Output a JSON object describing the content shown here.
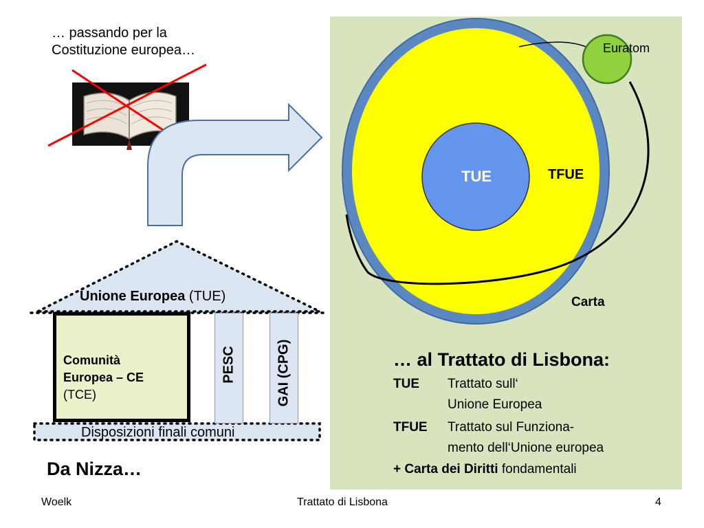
{
  "intro": {
    "line1": "… passando per la",
    "line2": "Costituzione europea…"
  },
  "house": {
    "roof_bold": "Unione Europea",
    "roof_rest": " (TUE)",
    "ce_line1": "Comunità",
    "ce_line2": "Europea – CE",
    "ce_line3": "(TCE)",
    "pillar1": "PESC",
    "pillar2": "GAI (CPG)",
    "base": "Disposizioni finali comuni"
  },
  "da_nizza": "Da Nizza…",
  "diagram": {
    "euratom": "Euratom",
    "tue": "TUE",
    "tfue": "TFUE",
    "carta": "Carta"
  },
  "lisbon": {
    "title": "… al Trattato di Lisbona:",
    "tue_abbr": "TUE",
    "tue_line1": "Trattato sull‘",
    "tue_line2": "Unione Europea",
    "tfue_abbr": "TFUE",
    "tfue_line1": "Trattato sul Funziona-",
    "tfue_line2": "mento dell‘Unione europea",
    "carta_bold": "+ Carta dei Diritti",
    "carta_rest": " fondamentali"
  },
  "footer": {
    "left": "Woelk",
    "center": "Trattato di Lisbona",
    "page": "4"
  },
  "colors": {
    "panel": "#d7e4bd",
    "outer_ring": "#5b88c2",
    "tfue_fill": "#ffff00",
    "tue_fill": "#6495ed",
    "euratom_fill": "#8fd13f",
    "arrow_fill": "#dce6f2",
    "cross": "#ff0000"
  }
}
